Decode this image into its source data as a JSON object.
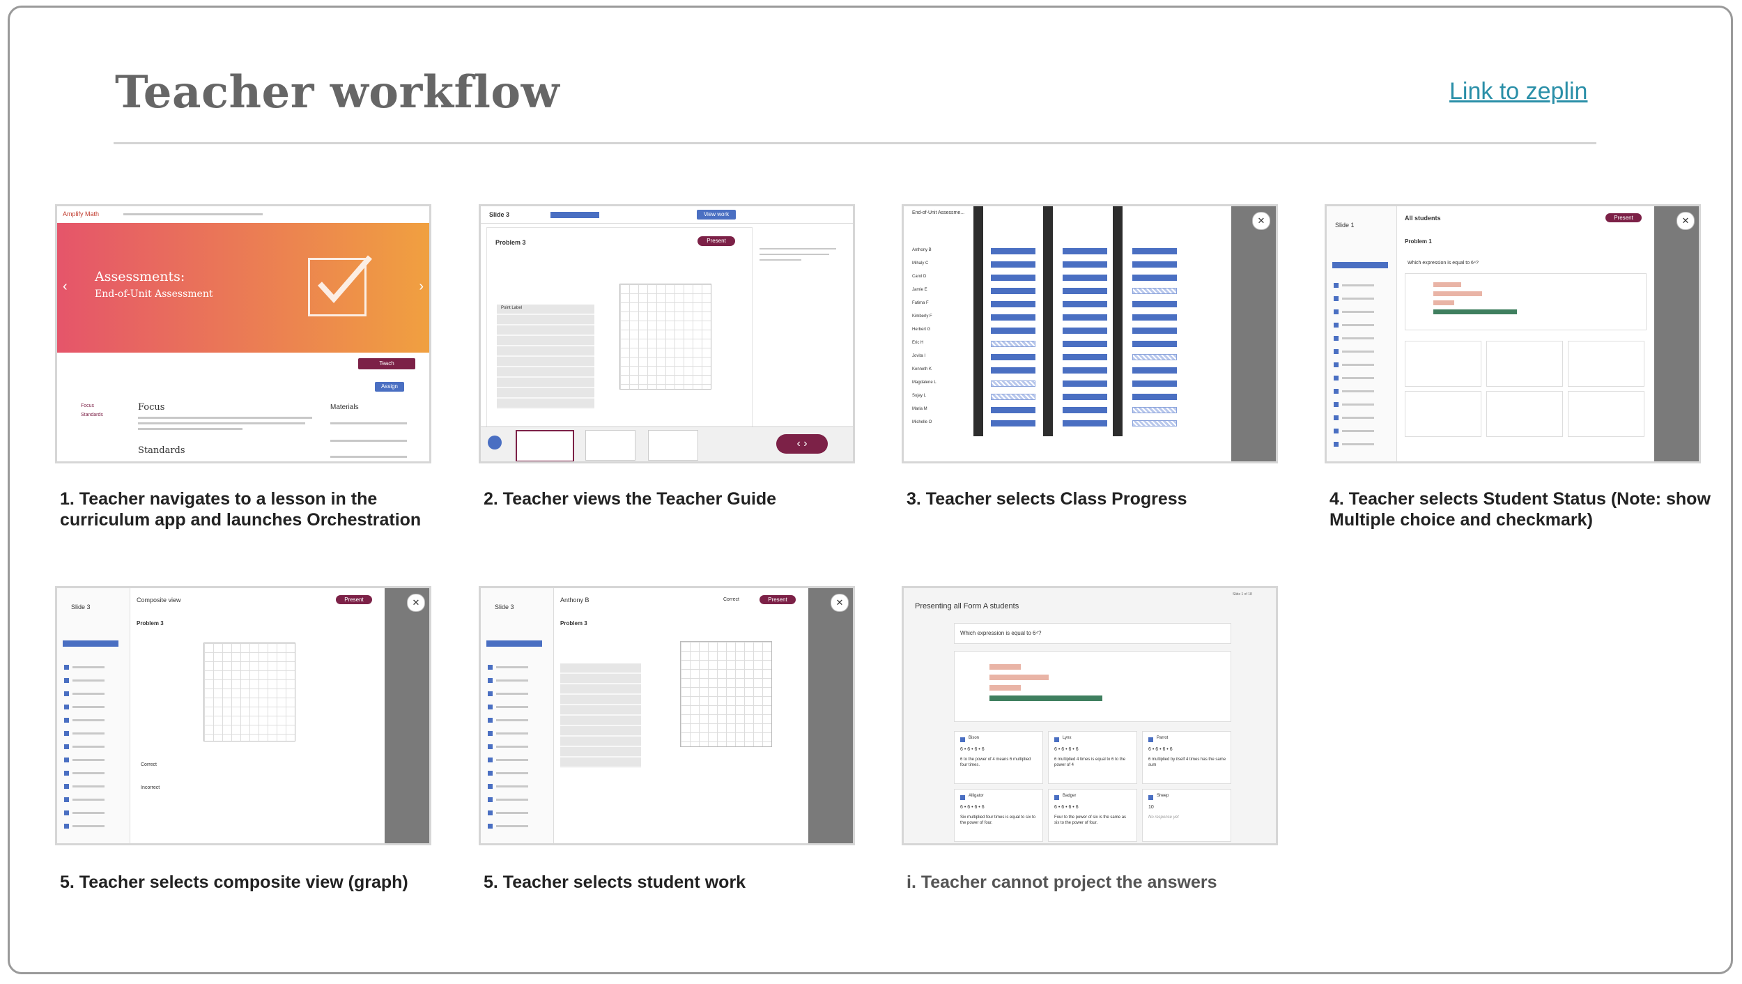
{
  "page": {
    "title": "Teacher workflow",
    "link_label": "Link to zeplin"
  },
  "colors": {
    "accent": "#7c2147",
    "blue": "#4a6fc2",
    "link": "#2a8fa8",
    "title": "#666666"
  },
  "cards": [
    {
      "caption": "1. Teacher navigates to a lesson in the curriculum app and launches Orchestration",
      "brand": "Amplify Math",
      "hero_title": "Assessments:",
      "hero_subtitle": "End-of-Unit Assessment",
      "teach_label": "Teach",
      "assign_label": "Assign",
      "focus_heading": "Focus",
      "focus_nav": "Focus",
      "standards_nav": "Standards",
      "standards_heading": "Standards",
      "materials_heading": "Materials"
    },
    {
      "caption": "2. Teacher views the Teacher Guide",
      "slide_label": "Slide 3",
      "problem_label": "Problem 3",
      "present_label": "Present",
      "view_work_label": "View work",
      "table_header": "Point Label"
    },
    {
      "caption": "3. Teacher selects Class Progress",
      "header": "End-of-Unit Assessme...",
      "students": [
        "Anthony B",
        "Mihaly C",
        "Carol D",
        "Jamie E",
        "Fatima F",
        "Kimberly F",
        "Herbert G",
        "Eric H",
        "Jovita I",
        "Kenneth K",
        "Magdalene L",
        "Sujay L",
        "Maria M",
        "Michelle O"
      ]
    },
    {
      "caption": "4. Teacher selects Student Status (Note: show Multiple choice and checkmark)",
      "header": "All students",
      "slide_label": "Slide 1",
      "problem_label": "Problem 1",
      "present_label": "Present",
      "question": "Which expression is equal to 6⁴?"
    },
    {
      "caption": "5. Teacher selects composite view (graph)",
      "header": "Composite view",
      "slide_label": "Slide 3",
      "problem_label": "Problem 3",
      "present_label": "Present",
      "correct_label": "Correct",
      "incorrect_label": "Incorrect"
    },
    {
      "caption": "5. Teacher selects student work",
      "header": "Anthony B",
      "slide_label": "Slide 3",
      "problem_label": "Problem 3",
      "present_label": "Present",
      "correct_label": "Correct"
    },
    {
      "caption": "i. Teacher cannot project the answers",
      "header": "Presenting all Form A students",
      "question": "Which expression is equal to 6⁴?",
      "slide_note": "Slide 1 of 18",
      "answers": [
        {
          "name": "Bison",
          "expr": "6 • 6 • 6 • 6",
          "text": "6 to the power of 4 means 6 multiplied four times."
        },
        {
          "name": "Lynx",
          "expr": "6 • 6 • 6 • 6",
          "text": "6 multiplied 4 times is equal to 6 to the power of 4"
        },
        {
          "name": "Parrot",
          "expr": "6 • 6 • 6 • 6",
          "text": "6 multiplied by itself 4 times has the same sum"
        },
        {
          "name": "Alligator",
          "expr": "6 • 6 • 6 • 6",
          "text": "Six multiplied four times is equal to six to the power of four."
        },
        {
          "name": "Badger",
          "expr": "6 • 6 • 6 • 6",
          "text": "Four to the power of six is the same as six to the power of four."
        },
        {
          "name": "Sheep",
          "expr": "10",
          "text": "No response yet"
        }
      ]
    }
  ]
}
